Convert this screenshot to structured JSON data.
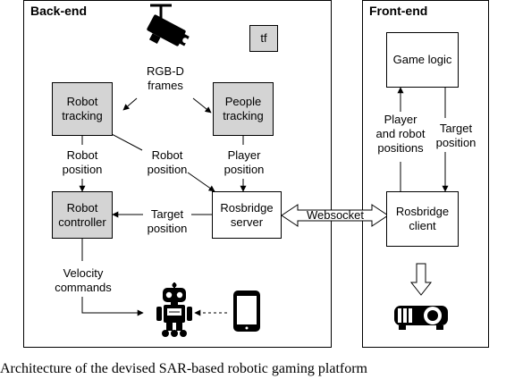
{
  "panels": {
    "backend": {
      "title": "Back-end"
    },
    "frontend": {
      "title": "Front-end"
    }
  },
  "boxes": {
    "tf": "tf",
    "robot_tracking": "Robot\ntracking",
    "people_tracking": "People\ntracking",
    "robot_controller": "Robot\ncontroller",
    "rosbridge_server": "Rosbridge\nserver",
    "game_logic": "Game logic",
    "rosbridge_client": "Rosbridge\nclient"
  },
  "labels": {
    "rgbd_frames": "RGB-D\nframes",
    "robot_position_left": "Robot\nposition",
    "robot_position_mid": "Robot\nposition",
    "player_position": "Player\nposition",
    "target_position_back": "Target\nposition",
    "velocity_commands": "Velocity\ncommands",
    "websocket": "Websocket",
    "player_robot_positions": "Player\nand robot\npositions",
    "target_position_front": "Target\nposition"
  },
  "icons": [
    "camera-icon",
    "robot-icon",
    "tablet-icon",
    "projector-icon"
  ],
  "caption": "Architecture of the devised SAR-based robotic gaming platform"
}
